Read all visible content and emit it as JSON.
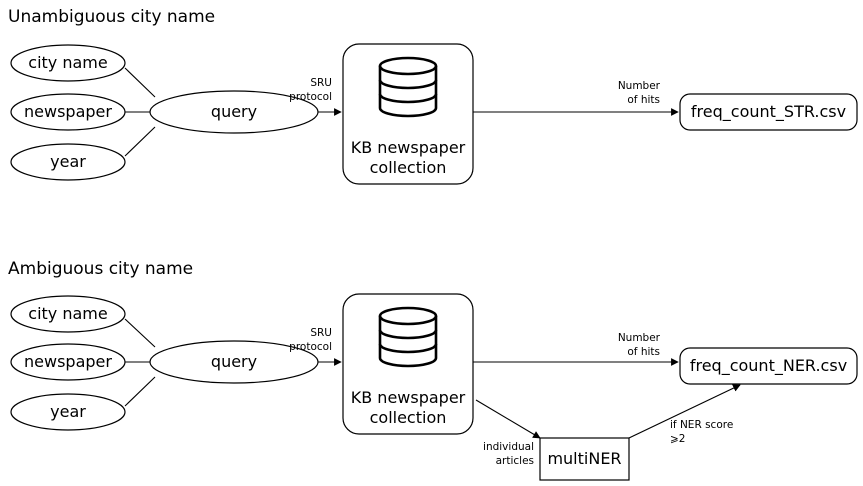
{
  "sections": [
    {
      "title": "Unambiguous city name",
      "inputs": [
        "city name",
        "newspaper",
        "year"
      ],
      "query": "query",
      "edge_label_in": [
        "SRU",
        "protocol"
      ],
      "database": [
        "KB newspaper",
        "collection"
      ],
      "edge_label_out": [
        "Number",
        "of hits"
      ],
      "output": "freq_count_STR.csv"
    },
    {
      "title": "Ambiguous city name",
      "inputs": [
        "city name",
        "newspaper",
        "year"
      ],
      "query": "query",
      "edge_label_in": [
        "SRU",
        "protocol"
      ],
      "database": [
        "KB newspaper",
        "collection"
      ],
      "edge_label_out": [
        "Number",
        "of hits"
      ],
      "output": "freq_count_NER.csv",
      "ner_node": "multiNER",
      "ner_label_in": [
        "individual",
        "articles"
      ],
      "ner_label_out": [
        "if NER score",
        "⩾2"
      ]
    }
  ]
}
